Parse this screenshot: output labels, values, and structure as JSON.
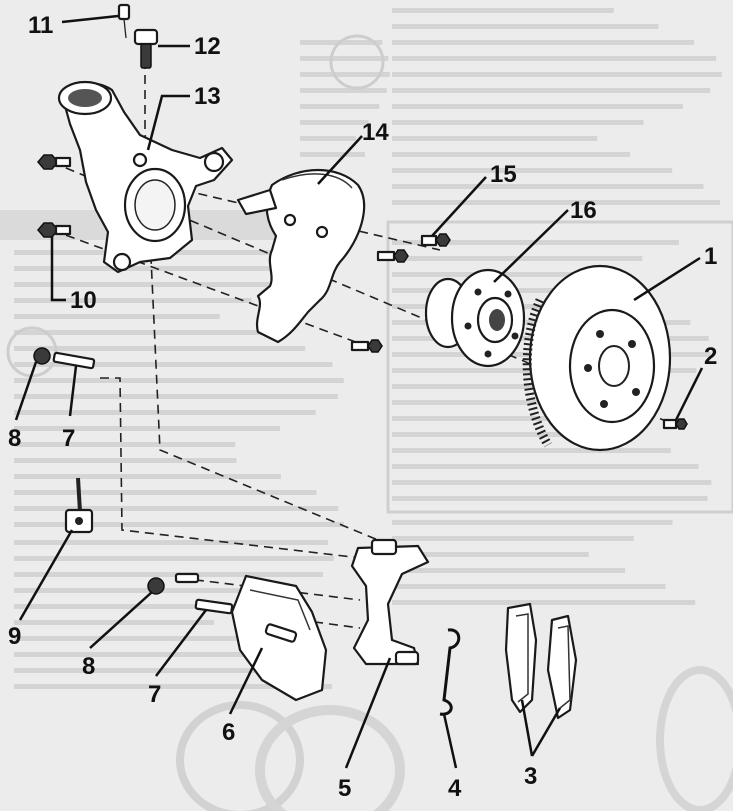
{
  "diagram": {
    "callouts": [
      {
        "id": "c11",
        "label": "11"
      },
      {
        "id": "c12",
        "label": "12"
      },
      {
        "id": "c13",
        "label": "13"
      },
      {
        "id": "c14",
        "label": "14"
      },
      {
        "id": "c15",
        "label": "15"
      },
      {
        "id": "c16",
        "label": "16"
      },
      {
        "id": "c1",
        "label": "1"
      },
      {
        "id": "c2",
        "label": "2"
      },
      {
        "id": "c10",
        "label": "10"
      },
      {
        "id": "c8a",
        "label": "8"
      },
      {
        "id": "c7a",
        "label": "7"
      },
      {
        "id": "c9",
        "label": "9"
      },
      {
        "id": "c8b",
        "label": "8"
      },
      {
        "id": "c7b",
        "label": "7"
      },
      {
        "id": "c6",
        "label": "6"
      },
      {
        "id": "c5",
        "label": "5"
      },
      {
        "id": "c4",
        "label": "4"
      },
      {
        "id": "c3",
        "label": "3"
      }
    ]
  }
}
